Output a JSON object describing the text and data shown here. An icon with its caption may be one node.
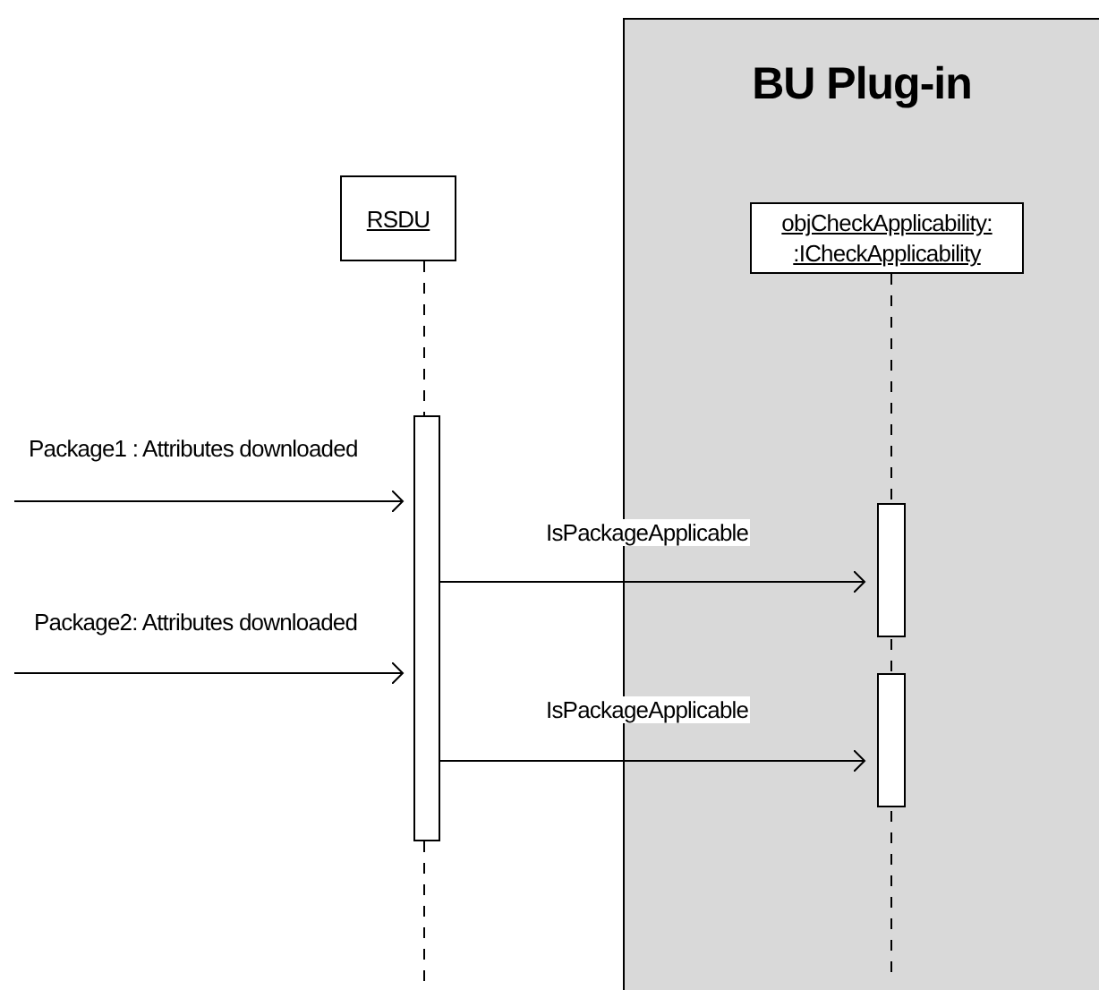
{
  "diagram": {
    "nodes": [
      {
        "text": [
          "BU Plug-in"
        ]
      },
      {
        "text": [
          "RSDU"
        ]
      },
      {
        "text": [
          "objCheckApplicability: :ICheckApplicability"
        ],
        "in": 0
      },
      {
        "text": [],
        "shape": "bar"
      },
      {
        "text": [],
        "shape": "bar",
        "in": 0
      },
      {
        "text": [],
        "shape": "bar",
        "in": 0
      }
    ],
    "edges": [
      {
        "from": null,
        "to": 3,
        "arrow": "to",
        "label": "Package1 : Attributes downloaded"
      },
      {
        "from": null,
        "to": 3,
        "arrow": "to",
        "label": "Package2: Attributes downloaded"
      },
      {
        "from": 3,
        "to": 4,
        "arrow": "to",
        "label": "IsPackageApplicable"
      },
      {
        "from": 3,
        "to": 5,
        "arrow": "to",
        "label": "IsPackageApplicable"
      }
    ]
  }
}
